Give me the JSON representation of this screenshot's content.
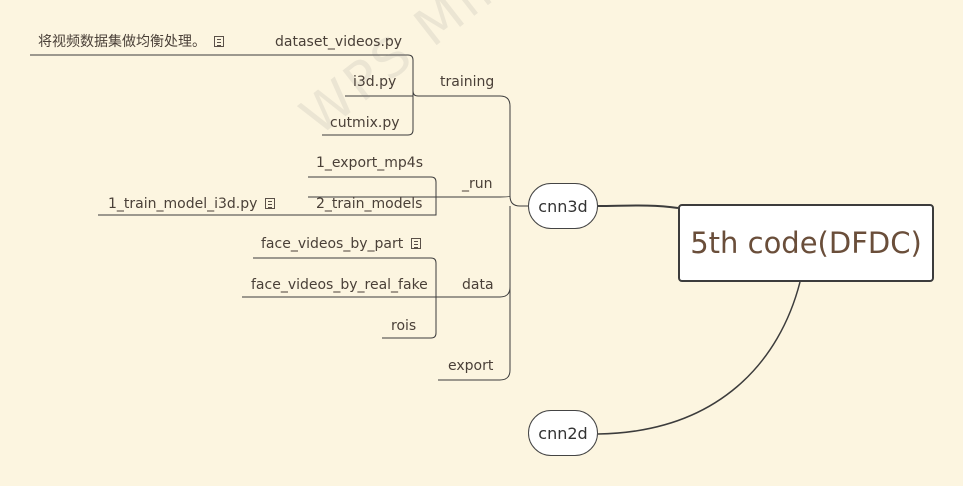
{
  "root": {
    "label": "5th code(DFDC)"
  },
  "branches": {
    "cnn3d": "cnn3d",
    "cnn2d": "cnn2d"
  },
  "cnn3d_children": {
    "training": "training",
    "run": "_run",
    "data": "data",
    "export": "export"
  },
  "training_items": {
    "dataset_videos": "dataset_videos.py",
    "dataset_note": "将视频数据集做均衡处理。",
    "i3d": "i3d.py",
    "cutmix": "cutmix.py"
  },
  "run_items": {
    "export_mp4s": "1_export_mp4s",
    "train_models": "2_train_models",
    "train_model_i3d": "1_train_model_i3d.py"
  },
  "data_items": {
    "by_part": "face_videos_by_part",
    "by_real_fake": "face_videos_by_real_fake",
    "rois": "rois"
  },
  "colors": {
    "background": "#fcf5e0",
    "line": "#3c3c3c",
    "root_text": "#6a4e3a"
  },
  "icons": {
    "note": "note-icon"
  }
}
